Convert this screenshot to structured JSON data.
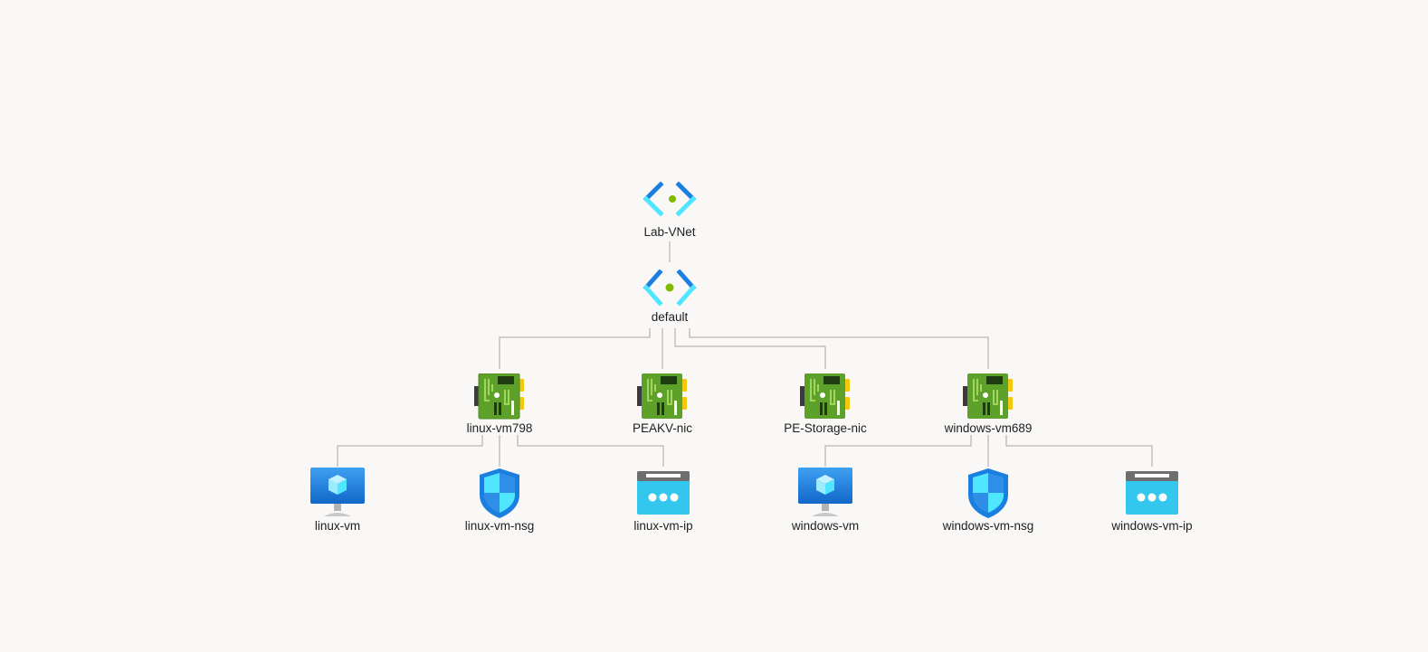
{
  "diagram": {
    "nodes": {
      "vnet": {
        "label": "Lab-VNet",
        "icon": "vnet-icon"
      },
      "subnet": {
        "label": "default",
        "icon": "subnet-icon"
      },
      "nic_linux": {
        "label": "linux-vm798",
        "icon": "network-interface-icon"
      },
      "nic_peakv": {
        "label": "PEAKV-nic",
        "icon": "network-interface-icon"
      },
      "nic_pestorage": {
        "label": "PE-Storage-nic",
        "icon": "network-interface-icon"
      },
      "nic_windows": {
        "label": "windows-vm689",
        "icon": "network-interface-icon"
      },
      "vm_linux": {
        "label": "linux-vm",
        "icon": "virtual-machine-icon"
      },
      "nsg_linux": {
        "label": "linux-vm-nsg",
        "icon": "network-security-group-icon"
      },
      "ip_linux": {
        "label": "linux-vm-ip",
        "icon": "public-ip-icon"
      },
      "vm_windows": {
        "label": "windows-vm",
        "icon": "virtual-machine-icon"
      },
      "nsg_windows": {
        "label": "windows-vm-nsg",
        "icon": "network-security-group-icon"
      },
      "ip_windows": {
        "label": "windows-vm-ip",
        "icon": "public-ip-icon"
      }
    },
    "edges": [
      [
        "vnet",
        "subnet"
      ],
      [
        "subnet",
        "nic_linux"
      ],
      [
        "subnet",
        "nic_peakv"
      ],
      [
        "subnet",
        "nic_pestorage"
      ],
      [
        "subnet",
        "nic_windows"
      ],
      [
        "nic_linux",
        "vm_linux"
      ],
      [
        "nic_linux",
        "nsg_linux"
      ],
      [
        "nic_linux",
        "ip_linux"
      ],
      [
        "nic_windows",
        "vm_windows"
      ],
      [
        "nic_windows",
        "nsg_windows"
      ],
      [
        "nic_windows",
        "ip_windows"
      ]
    ],
    "colors": {
      "connector": "#a6a6a6",
      "background": "#f9f8f7"
    }
  }
}
